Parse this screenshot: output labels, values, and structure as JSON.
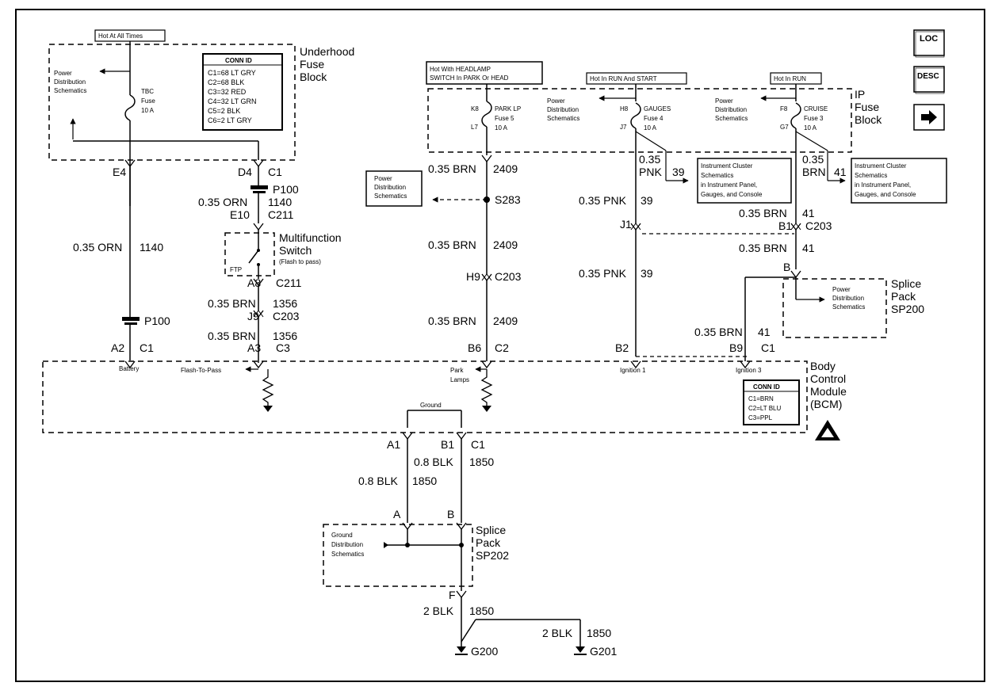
{
  "nav": {
    "loc_label": "LOC",
    "desc_label": "DESC",
    "next_icon": "arrow-right-icon"
  },
  "underhood": {
    "title_lines": [
      "Underhood",
      "Fuse",
      "Block"
    ],
    "hot_label": "Hot At All Times",
    "power_dist_lines": [
      "Power",
      "Distribution",
      "Schematics"
    ],
    "tbc_lines": [
      "TBC",
      "Fuse",
      "10 A"
    ],
    "conn_title": "CONN ID",
    "conn_lines": [
      "C1=68 LT GRY",
      "C2=68 BLK",
      "C3=32 RED",
      "C4=32 LT GRN",
      "C5=2 BLK",
      "C6=2 LT GRY"
    ],
    "pin_e4": "E4",
    "pin_d4": "D4",
    "conn_c1": "C1"
  },
  "left_circuit": {
    "p100_a": "P100",
    "wire_orn": "0.35 ORN",
    "num_1140": "1140",
    "pin_e10": "E10",
    "conn_c211": "C211",
    "wire_orn_main": "0.35 ORN",
    "num_1140_main": "1140",
    "p100_b": "P100",
    "pin_a2": "A2",
    "conn_c1_bcm": "C1"
  },
  "multifunction": {
    "title_lines": [
      "Multifunction",
      "Switch"
    ],
    "sub": "(Flash to pass)",
    "ftp": "FTP",
    "pin_a8": "A8",
    "conn_c211": "C211",
    "wire1": "0.35 BRN",
    "num1": "1356",
    "pin_j9": "J9",
    "conn_c203": "C203",
    "wire2": "0.35 BRN",
    "num2": "1356",
    "pin_a3": "A3",
    "conn_c3": "C3"
  },
  "park_circuit": {
    "hot_lines": [
      "Hot With HEADLAMP",
      "SWITCH In PARK Or HEAD"
    ],
    "pin_k8": "K8",
    "pin_l7": "L7",
    "fuse_lines": [
      "PARK LP",
      "Fuse 5",
      "10 A"
    ],
    "wire1": "0.35 BRN",
    "num1": "2409",
    "power_dist_lines": [
      "Power",
      "Distribution",
      "Schematics"
    ],
    "splice": "S283",
    "wire2": "0.35 BRN",
    "num2": "2409",
    "pin_h9": "H9",
    "conn_c203": "C203",
    "wire3": "0.35 BRN",
    "num3": "2409",
    "pin_b6": "B6",
    "conn_c2": "C2"
  },
  "ip_fuse": {
    "title_lines": [
      "IP",
      "Fuse",
      "Block"
    ],
    "hot_run_start": "Hot In RUN And START",
    "hot_run": "Hot In RUN",
    "power_dist_a": [
      "Power",
      "Distribution",
      "Schematics"
    ],
    "power_dist_b": [
      "Power",
      "Distribution",
      "Schematics"
    ],
    "pin_h8": "H8",
    "pin_j7": "J7",
    "gauges_lines": [
      "GAUGES",
      "Fuse 4",
      "10 A"
    ],
    "pin_f8": "F8",
    "pin_g7": "G7",
    "cruise_lines": [
      "CRUISE",
      "Fuse 3",
      "10 A"
    ]
  },
  "gauges_circuit": {
    "wire_top": [
      "0.35",
      "PNK"
    ],
    "num_top": "39",
    "cluster_lines": [
      "Instrument Cluster",
      "Schematics",
      "in Instrument Panel,",
      "Gauges, and Console"
    ],
    "wire2": "0.35 PNK",
    "num2": "39",
    "pin_j1": "J1",
    "wire3": "0.35 PNK",
    "num3": "39",
    "pin_b2": "B2"
  },
  "cruise_circuit": {
    "wire_top": [
      "0.35",
      "BRN"
    ],
    "num_top": "41",
    "cluster_lines": [
      "Instrument Cluster",
      "Schematics",
      "in Instrument Panel,",
      "Gauges, and Console"
    ],
    "wire2": "0.35 BRN",
    "num2": "41",
    "pin_b1": "B1",
    "conn_c203": "C203",
    "wire3": "0.35 BRN",
    "num3": "41",
    "pin_b": "B",
    "wire4": "0.35 BRN",
    "num4": "41",
    "pin_b9": "B9",
    "conn_c1": "C1"
  },
  "sp200": {
    "title_lines": [
      "Splice",
      "Pack",
      "SP200"
    ],
    "power_dist_lines": [
      "Power",
      "Distribution",
      "Schematics"
    ]
  },
  "bcm": {
    "title_lines": [
      "Body",
      "Control",
      "Module",
      "(BCM)"
    ],
    "battery": "Battery",
    "flash_to_pass": "Flash-To-Pass",
    "park_lamps": [
      "Park",
      "Lamps"
    ],
    "ignition1": "Ignition 1",
    "ignition3": "Ignition 3",
    "ground": "Ground",
    "conn_title": "CONN ID",
    "conn_lines": [
      "C1=BRN",
      "C2=LT BLU",
      "C3=PPL"
    ]
  },
  "ground_circuit": {
    "pin_a1": "A1",
    "pin_b1": "B1",
    "conn_c1": "C1",
    "wire1": "0.8 BLK",
    "num1": "1850",
    "wire2": "0.8 BLK",
    "num2": "1850",
    "pin_a": "A",
    "pin_b": "B",
    "gd_lines": [
      "Ground",
      "Distribution",
      "Schematics"
    ],
    "sp202_lines": [
      "Splice",
      "Pack",
      "SP202"
    ],
    "pin_f": "F",
    "wire3": "2 BLK",
    "num3": "1850",
    "wire4": "2 BLK",
    "num4": "1850",
    "g200": "G200",
    "g201": "G201"
  }
}
